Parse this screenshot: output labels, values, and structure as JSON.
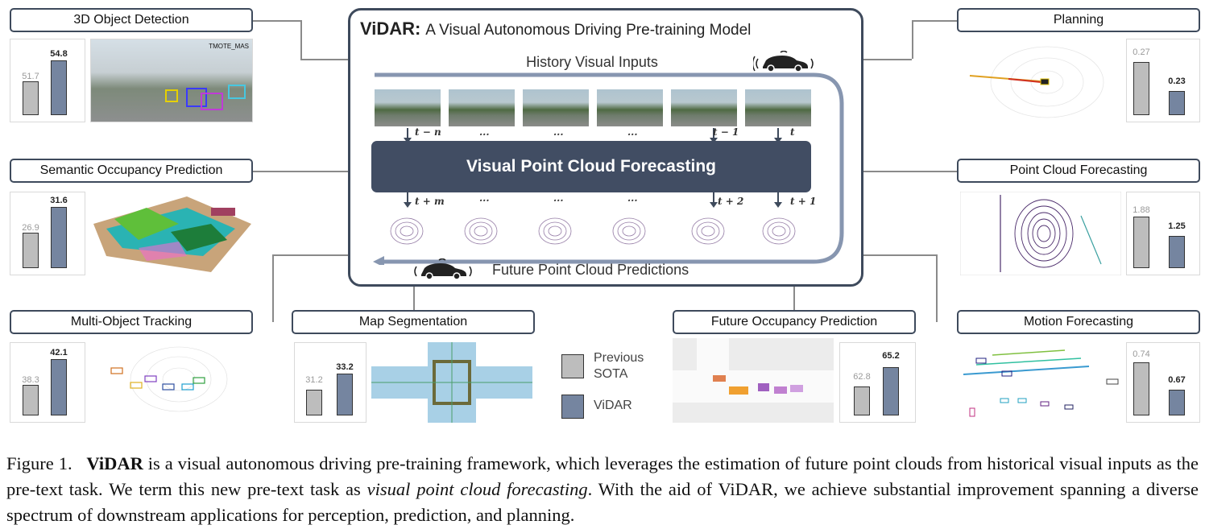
{
  "center": {
    "brand": "ViDAR:",
    "title": "A Visual Autonomous Driving Pre-training Model",
    "history_label": "History Visual Inputs",
    "core_label": "Visual Point Cloud Forecasting",
    "future_label": "Future Point Cloud Predictions",
    "history_times": [
      "t − n",
      "...",
      "...",
      "...",
      "t − 1",
      "t"
    ],
    "future_times": [
      "t + m",
      "...",
      "...",
      "...",
      "t + 2",
      "t + 1"
    ]
  },
  "tasks": {
    "det3d": {
      "title": "3D Object Detection",
      "prev": "51.7",
      "vidar": "54.8",
      "image_text": "TMOTE_MAS"
    },
    "semocc": {
      "title": "Semantic Occupancy Prediction",
      "prev": "26.9",
      "vidar": "31.6"
    },
    "mot": {
      "title": "Multi-Object Tracking",
      "prev": "38.3",
      "vidar": "42.1"
    },
    "mapseg": {
      "title": "Map Segmentation",
      "prev": "31.2",
      "vidar": "33.2"
    },
    "planning": {
      "title": "Planning",
      "prev": "0.27",
      "vidar": "0.23"
    },
    "pcf": {
      "title": "Point Cloud Forecasting",
      "prev": "1.88",
      "vidar": "1.25"
    },
    "futocc": {
      "title": "Future Occupancy Prediction",
      "prev": "62.8",
      "vidar": "65.2"
    },
    "motion": {
      "title": "Motion Forecasting",
      "prev": "0.74",
      "vidar": "0.67"
    }
  },
  "legend": {
    "prev_label": "Previous\nSOTA",
    "vidar_label": "ViDAR"
  },
  "colors": {
    "prev_bar": "#bdbdbd",
    "vidar_bar": "#7585a0",
    "core_box": "#414d63",
    "frame": "#3e4a5c"
  },
  "caption": {
    "prefix": "Figure 1.",
    "bold": "ViDAR",
    "part1": " is a visual autonomous driving pre-training framework, which leverages the estimation of future point clouds from historical visual inputs as the pre-text task. We term this new pre-text task as ",
    "italic": "visual point cloud forecasting",
    "part2": ". With the aid of ViDAR, we achieve substantial improvement spanning a diverse spectrum of downstream applications for perception, prediction, and planning."
  }
}
